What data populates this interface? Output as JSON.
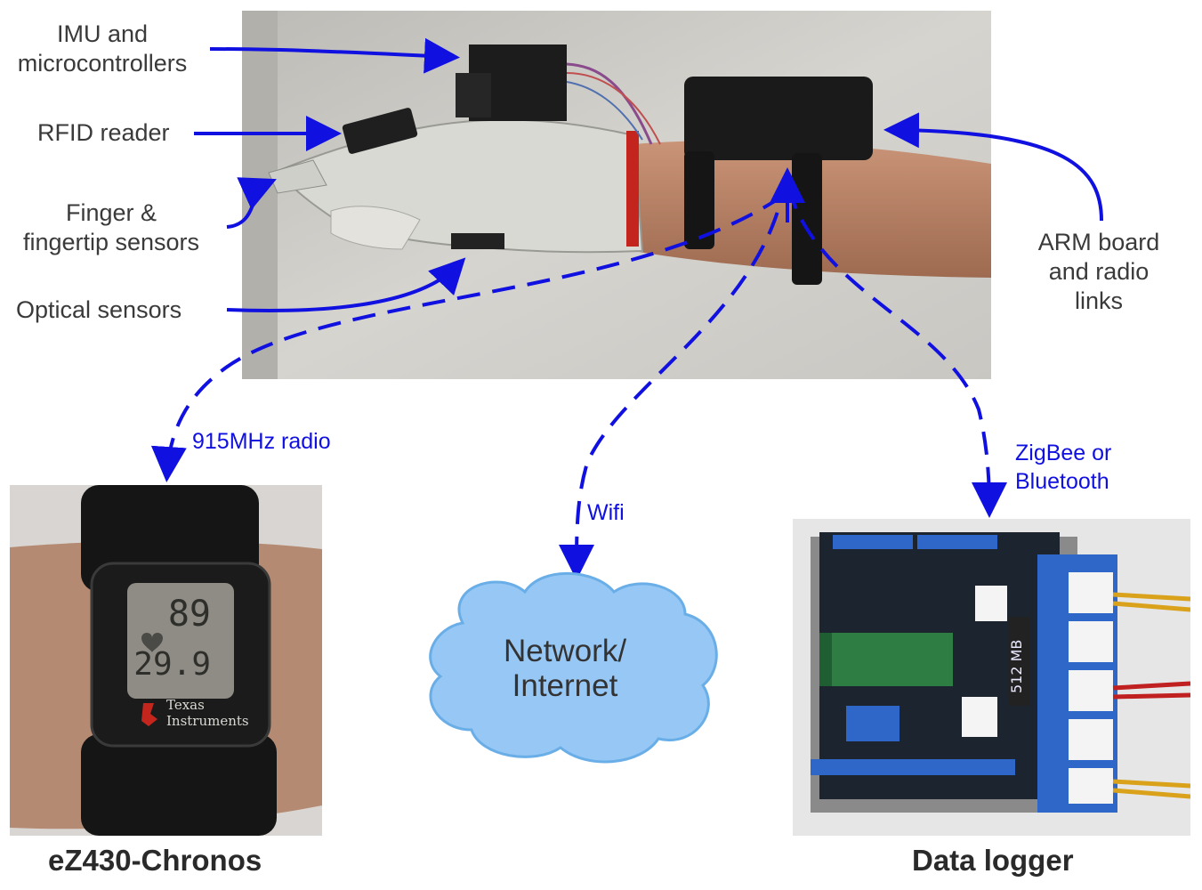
{
  "labels": {
    "imu": [
      "IMU and",
      "microcontrollers"
    ],
    "rfid": "RFID reader",
    "finger": [
      "Finger &",
      "fingertip sensors"
    ],
    "optical": "Optical sensors",
    "arm": [
      "ARM board",
      "and radio",
      "links"
    ]
  },
  "links": {
    "radio915": "915MHz radio",
    "wifi": "Wifi",
    "zigbee": [
      "ZigBee or",
      "Bluetooth"
    ]
  },
  "cloud": [
    "Network/",
    "Internet"
  ],
  "captions": {
    "chronos": "eZ430-Chronos",
    "logger": "Data logger"
  },
  "watch": {
    "brand": [
      "Texas",
      "Instruments"
    ],
    "reading_top": "89",
    "reading_bottom": "29.9"
  },
  "board": {
    "sd_label": "512 MB"
  },
  "colors": {
    "arrow": "#1010e0",
    "cloud_fill": "#97c8f5",
    "cloud_stroke": "#6aaee8"
  }
}
